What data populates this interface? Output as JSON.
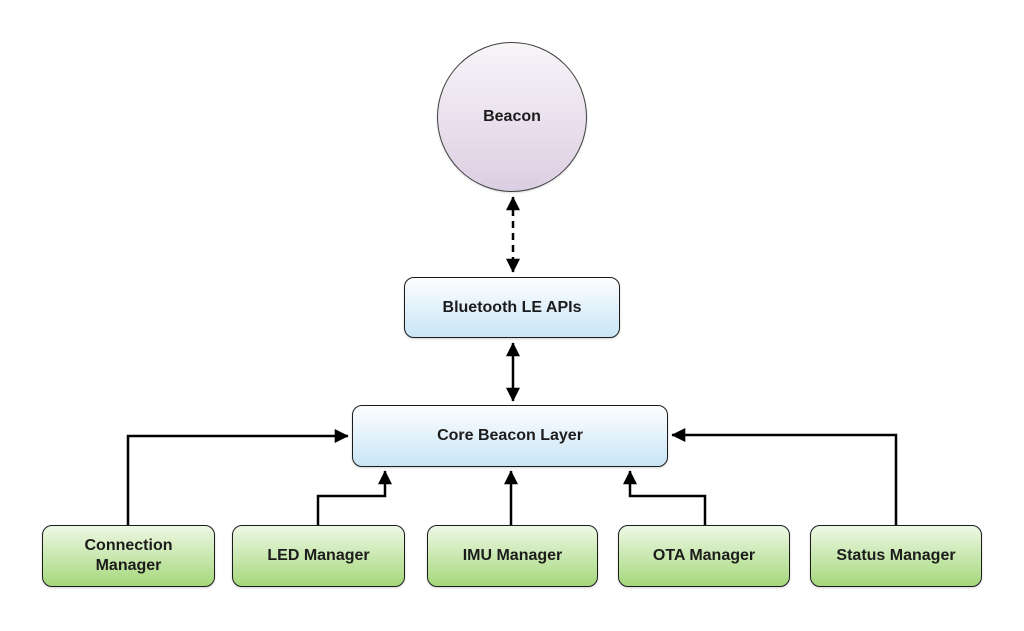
{
  "diagram": {
    "nodes": {
      "beacon": {
        "label": "Beacon",
        "shape": "circle"
      },
      "bluetooth_le_apis": {
        "label": "Bluetooth LE APIs",
        "shape": "rounded-rect"
      },
      "core_beacon_layer": {
        "label": "Core Beacon Layer",
        "shape": "rounded-rect"
      },
      "connection_manager": {
        "label": "Connection Manager",
        "shape": "rounded-rect"
      },
      "led_manager": {
        "label": "LED Manager",
        "shape": "rounded-rect"
      },
      "imu_manager": {
        "label": "IMU Manager",
        "shape": "rounded-rect"
      },
      "ota_manager": {
        "label": "OTA Manager",
        "shape": "rounded-rect"
      },
      "status_manager": {
        "label": "Status Manager",
        "shape": "rounded-rect"
      }
    },
    "edges": [
      {
        "from": "Beacon",
        "to": "Bluetooth LE APIs",
        "line": "dashed",
        "arrows": "both"
      },
      {
        "from": "Bluetooth LE APIs",
        "to": "Core Beacon Layer",
        "line": "solid",
        "arrows": "both"
      },
      {
        "from": "Connection Manager",
        "to": "Core Beacon Layer",
        "line": "solid",
        "arrows": "end"
      },
      {
        "from": "LED Manager",
        "to": "Core Beacon Layer",
        "line": "solid",
        "arrows": "end"
      },
      {
        "from": "IMU Manager",
        "to": "Core Beacon Layer",
        "line": "solid",
        "arrows": "end"
      },
      {
        "from": "OTA Manager",
        "to": "Core Beacon Layer",
        "line": "solid",
        "arrows": "end"
      },
      {
        "from": "Status Manager",
        "to": "Core Beacon Layer",
        "line": "solid",
        "arrows": "end"
      }
    ],
    "colors": {
      "beacon_fill_top": "#f8f5f9",
      "beacon_fill_bottom": "#dccee2",
      "blue_fill_top": "#fdfeff",
      "blue_fill_bottom": "#c9e5f6",
      "green_fill_top": "#eef8e5",
      "green_fill_bottom": "#a5d87b",
      "node_border": "#1c1c1c",
      "circle_border": "#3f3f3f",
      "arrow": "#000000",
      "text": "#1c1c1c",
      "background": "#ffffff"
    }
  }
}
